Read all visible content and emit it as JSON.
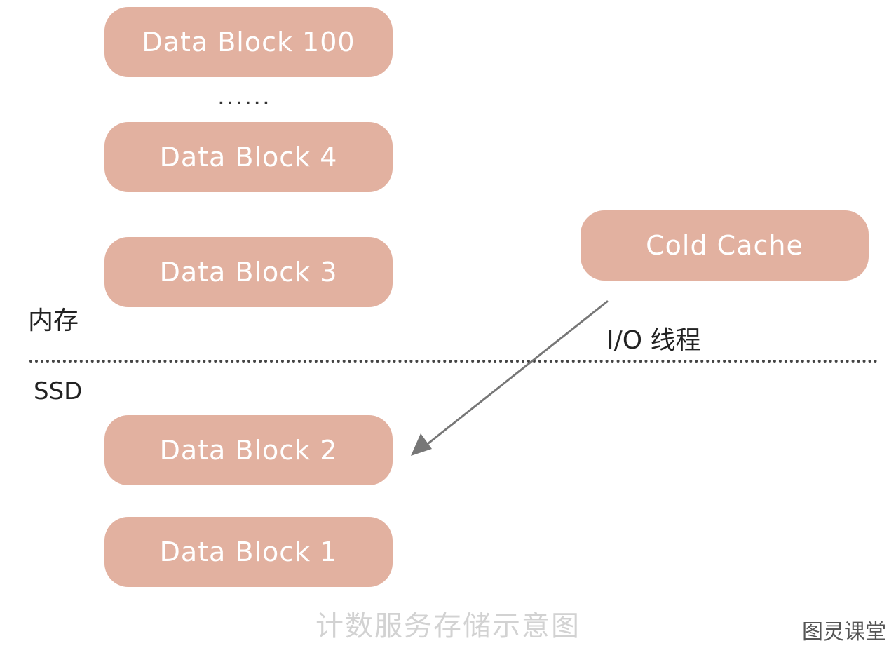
{
  "blocks": {
    "b100": "Data Block 100",
    "b4": "Data Block 4",
    "b3": "Data Block 3",
    "b2": "Data Block 2",
    "b1": "Data Block 1",
    "cold_cache": "Cold Cache"
  },
  "ellipsis": "......",
  "labels": {
    "memory": "内存",
    "ssd": "SSD",
    "io_thread": "I/O 线程"
  },
  "caption": "计数服务存储示意图",
  "watermark": "图灵课堂",
  "colors": {
    "block_fill": "#e2b1a0",
    "block_text": "#ffffff",
    "arrow": "#777777"
  }
}
